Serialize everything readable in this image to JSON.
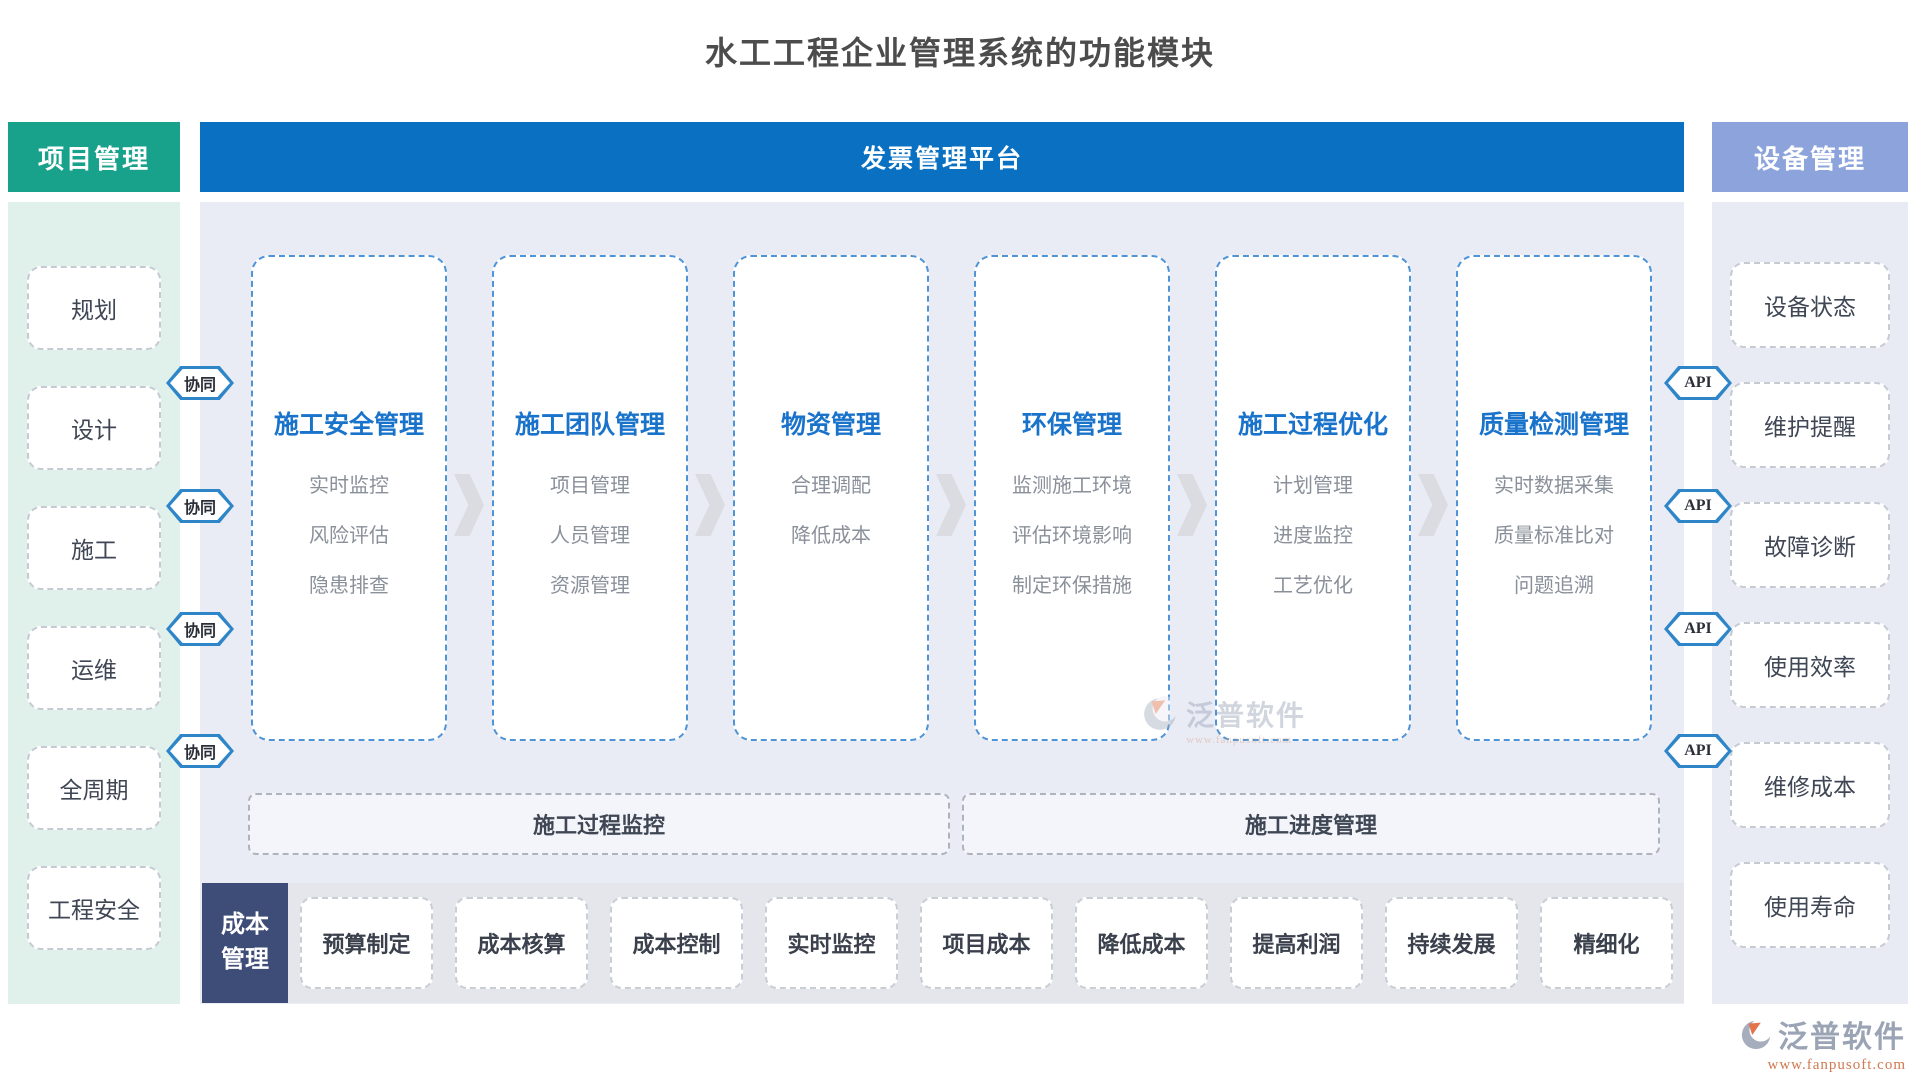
{
  "title": "水工工程企业管理系统的功能模块",
  "left_sidebar": {
    "header": "项目管理",
    "items": [
      "规划",
      "设计",
      "施工",
      "运维",
      "全周期",
      "工程安全"
    ]
  },
  "top_banner": {
    "label": "发票管理平台"
  },
  "badges": {
    "collab": "协同",
    "api": "API"
  },
  "modules": [
    {
      "title": "施工安全管理",
      "features": [
        "实时监控",
        "风险评估",
        "隐患排查"
      ]
    },
    {
      "title": "施工团队管理",
      "features": [
        "项目管理",
        "人员管理",
        "资源管理"
      ]
    },
    {
      "title": "物资管理",
      "features": [
        "合理调配",
        "降低成本"
      ]
    },
    {
      "title": "环保管理",
      "features": [
        "监测施工环境",
        "评估环境影响",
        "制定环保措施"
      ]
    },
    {
      "title": "施工过程优化",
      "features": [
        "计划管理",
        "进度监控",
        "工艺优化"
      ]
    },
    {
      "title": "质量检测管理",
      "features": [
        "实时数据采集",
        "质量标准比对",
        "问题追溯"
      ]
    }
  ],
  "process_boxes": [
    "施工过程监控",
    "施工进度管理"
  ],
  "cost_row": {
    "header": "成本管理",
    "items": [
      "预算制定",
      "成本核算",
      "成本控制",
      "实时监控",
      "项目成本",
      "降低成本",
      "提高利润",
      "持续发展",
      "精细化"
    ]
  },
  "right_sidebar": {
    "header": "设备管理",
    "items": [
      "设备状态",
      "维护提醒",
      "故障诊断",
      "使用效率",
      "维修成本",
      "使用寿命"
    ]
  },
  "watermark": {
    "brand": "泛普软件",
    "url": "www.fanpusoft.com"
  },
  "colors": {
    "left_header_teal": "#18A28C",
    "left_panel_mint": "#E0F1EC",
    "banner_blue": "#0A71C2",
    "right_header_periwinkle": "#8CA4DB",
    "right_panel_blue_gray": "#E8EBF4",
    "main_panel_lavender": "#E9EBF5",
    "module_border_blue": "#4E94D6",
    "module_title_blue": "#1A73CB",
    "cost_header_navy": "#3E4C78",
    "badge_border_blue": "#2E86C8",
    "watermark_url_orange": "#CF7A52"
  }
}
